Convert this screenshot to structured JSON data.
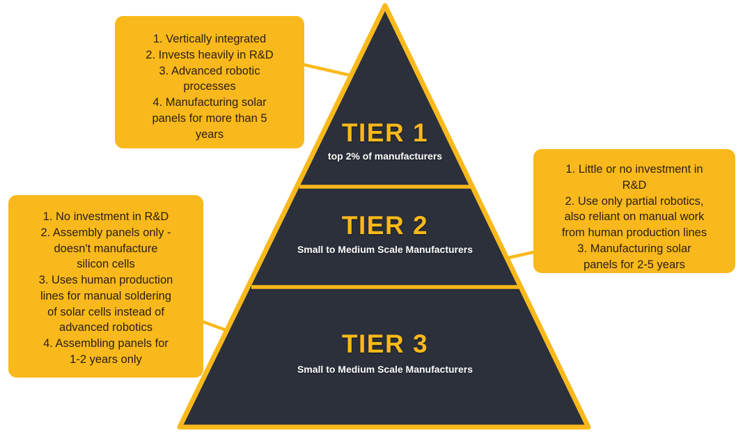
{
  "graphic": {
    "type": "pyramid-infographic",
    "title": "Solar Panel Manufacturer Tier Pyramid",
    "background_color": "#FFFFFF",
    "accent_color": "#F9B91C",
    "pyramid_fill_color": "#2B303A",
    "callout_text_color": "#2B2013",
    "tier_subtitle_color": "#FFFFFF"
  },
  "pyramid": {
    "tiers": [
      {
        "id": "tier-1",
        "title": "TIER 1",
        "subtitle": "top 2% of manufacturers"
      },
      {
        "id": "tier-2",
        "title": "TIER 2",
        "subtitle": "Small to Medium Scale Manufacturers"
      },
      {
        "id": "tier-3",
        "title": "TIER 3",
        "subtitle": "Small to Medium Scale Manufacturers"
      }
    ]
  },
  "callouts": [
    {
      "id": "callout-tier-1",
      "for_tier": "TIER 1",
      "position": "top-left",
      "lines": [
        "1. Vertically integrated",
        "2. Invests heavily in R&D",
        "3. Advanced robotic",
        "processes",
        "4. Manufacturing solar",
        "panels for more than 5",
        "years"
      ]
    },
    {
      "id": "callout-tier-2",
      "for_tier": "TIER 2",
      "position": "right",
      "lines": [
        "1. Little or no investment in",
        "R&D",
        "2. Use only partial robotics,",
        "also reliant on manual work",
        "from human production lines",
        "3. Manufacturing solar",
        "panels for 2-5 years"
      ]
    },
    {
      "id": "callout-tier-3",
      "for_tier": "TIER 3",
      "position": "left",
      "lines": [
        "1. No investment in R&D",
        "2. Assembly panels only -",
        "doesn't manufacture",
        "silicon cells",
        "3. Uses human production",
        "lines for manual soldering",
        "of solar cells instead of",
        "advanced robotics",
        "4. Assembling panels for",
        "1-2 years only"
      ]
    }
  ]
}
